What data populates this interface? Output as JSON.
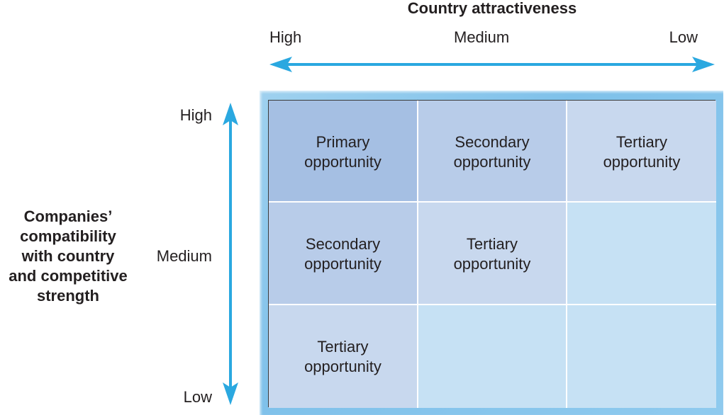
{
  "x_axis": {
    "title": "Country attractiveness",
    "ticks": [
      "High",
      "Medium",
      "Low"
    ]
  },
  "y_axis": {
    "title": "Companies’\ncompatibility\nwith country\nand competitive\nstrength",
    "ticks": [
      "High",
      "Medium",
      "Low"
    ]
  },
  "matrix": {
    "rows": [
      [
        "Primary\nopportunity",
        "Secondary\nopportunity",
        "Tertiary\nopportunity"
      ],
      [
        "Secondary\nopportunity",
        "Tertiary\nopportunity",
        ""
      ],
      [
        "Tertiary\nopportunity",
        "",
        ""
      ]
    ]
  },
  "colors": {
    "arrow": "#2aa8e0",
    "primary": "#a5bfe3",
    "secondary": "#b8cce9",
    "tertiary": "#c8d8ee",
    "empty": "#c6e1f4"
  }
}
